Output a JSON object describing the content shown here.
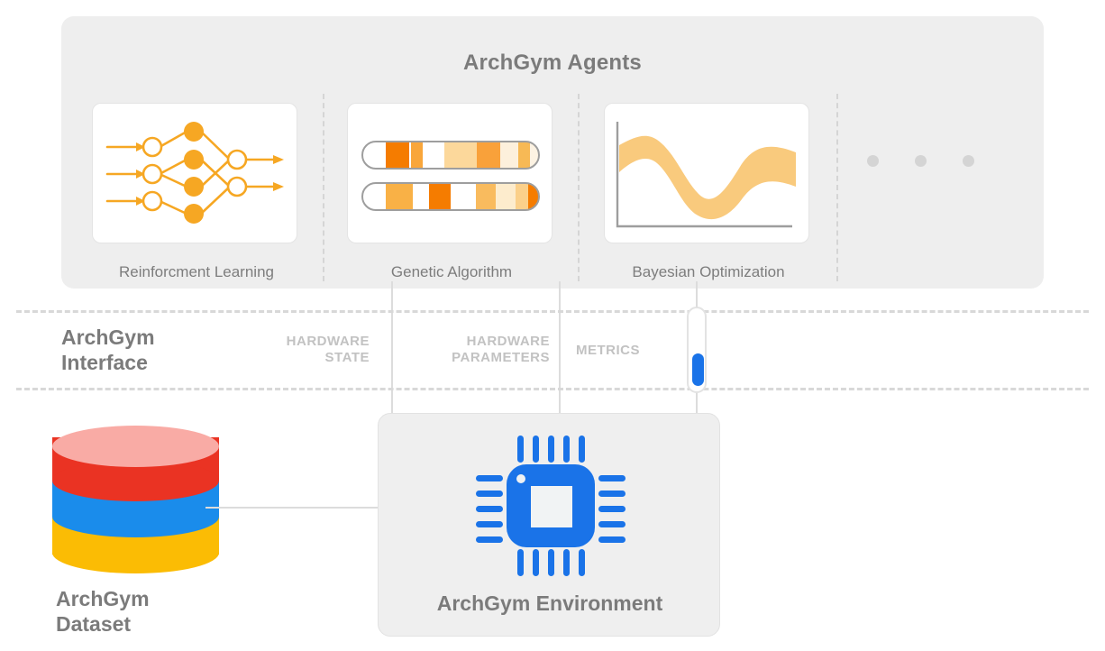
{
  "diagram": {
    "title": "ArchGym Agents",
    "agents": [
      {
        "id": "reinforcement-learning",
        "label": "Reinforcment Learning",
        "icon": "neural-network-icon"
      },
      {
        "id": "genetic-algorithm",
        "label": "Genetic Algorithm",
        "icon": "chromosome-icon"
      },
      {
        "id": "bayesian-optimization",
        "label": "Bayesian Optimization",
        "icon": "confidence-band-chart-icon"
      }
    ],
    "more_agents_indicator": "• • •",
    "interface": {
      "title_line1": "ArchGym",
      "title_line2": "Interface",
      "channels": [
        {
          "id": "hardware-state",
          "label_line1": "HARDWARE",
          "label_line2": "STATE"
        },
        {
          "id": "hardware-parameters",
          "label_line1": "HARDWARE",
          "label_line2": "PARAMETERS"
        },
        {
          "id": "metrics",
          "label_line1": "METRICS",
          "label_line2": ""
        }
      ],
      "slider": {
        "name": "metrics-slider",
        "thumb_color": "#1a73e8"
      }
    },
    "dataset": {
      "label_line1": "ArchGym",
      "label_line2": "Dataset",
      "icon": "database-cylinder-icon",
      "layer_colors": [
        "#f9aba5",
        "#ea3323",
        "#1a8ceb",
        "#fbbc04"
      ]
    },
    "environment": {
      "label": "ArchGym Environment",
      "icon": "cpu-chip-icon",
      "chip_color": "#1a73e8"
    },
    "colors": {
      "panel_background": "#eeeeee",
      "card_background": "#ffffff",
      "text_gray": "#7b7b7b",
      "muted_gray": "#c2c2c2",
      "accent_orange": "#f6a723",
      "accent_orange_dark": "#f57c00",
      "accent_blue": "#1a73e8",
      "line_gray": "#dcdcdc"
    },
    "chromosomes": [
      {
        "segments": [
          "#f57c00",
          "#f9a63a",
          "#ffffff",
          "#fcd89b",
          "#f9a13a",
          "#fdf0dc",
          "#f7b955",
          "#fdf3e3"
        ]
      },
      {
        "segments": [
          "#f9b146",
          "#ffffff",
          "#f57c00",
          "#ffffff",
          "#f9bb5e",
          "#fdeccd",
          "#fbd08a",
          "#f57c00"
        ]
      }
    ]
  }
}
